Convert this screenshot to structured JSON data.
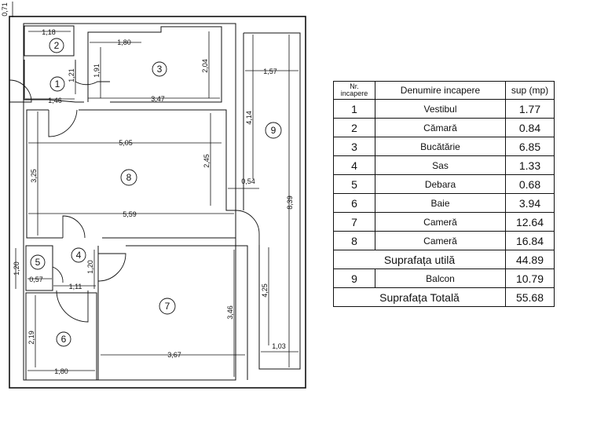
{
  "plan": {
    "dims": {
      "d071": "0,71",
      "d118": "1,18",
      "d121": "1,21",
      "d146": "1,46",
      "d180top": "1,80",
      "d191": "1,91",
      "d204": "2,04",
      "d347": "3,47",
      "d157": "1,57",
      "d414": "4,14",
      "d505": "5,05",
      "d325": "3,25",
      "d245": "2,45",
      "d054": "0,54",
      "d559": "5,59",
      "d839": "8,39",
      "d120a": "1,20",
      "d057": "0,57",
      "d111": "1,11",
      "d120b": "1,20",
      "d346": "3,46",
      "d425": "4,25",
      "d219": "2,19",
      "d367": "3,67",
      "d103": "1,03",
      "d180bot": "1,80"
    },
    "rooms": [
      "1",
      "2",
      "3",
      "4",
      "5",
      "6",
      "7",
      "8",
      "9"
    ]
  },
  "table": {
    "header": {
      "nr_line1": "Nr.",
      "nr_line2": "incapere",
      "name": "Denumire incapere",
      "sup": "sup (mp)"
    },
    "rows": [
      {
        "nr": "1",
        "name": "Vestibul",
        "sup": "1.77"
      },
      {
        "nr": "2",
        "name": "Cămară",
        "sup": "0.84"
      },
      {
        "nr": "3",
        "name": "Bucătărie",
        "sup": "6.85"
      },
      {
        "nr": "4",
        "name": "Sas",
        "sup": "1.33"
      },
      {
        "nr": "5",
        "name": "Debara",
        "sup": "0.68"
      },
      {
        "nr": "6",
        "name": "Baie",
        "sup": "3.94"
      },
      {
        "nr": "7",
        "name": "Cameră",
        "sup": "12.64"
      },
      {
        "nr": "8",
        "name": "Cameră",
        "sup": "16.84"
      }
    ],
    "util": {
      "label": "Suprafața utilă",
      "sup": "44.89"
    },
    "balcon": {
      "nr": "9",
      "name": "Balcon",
      "sup": "10.79"
    },
    "total": {
      "label": "Suprafața Totală",
      "sup": "55.68"
    }
  }
}
